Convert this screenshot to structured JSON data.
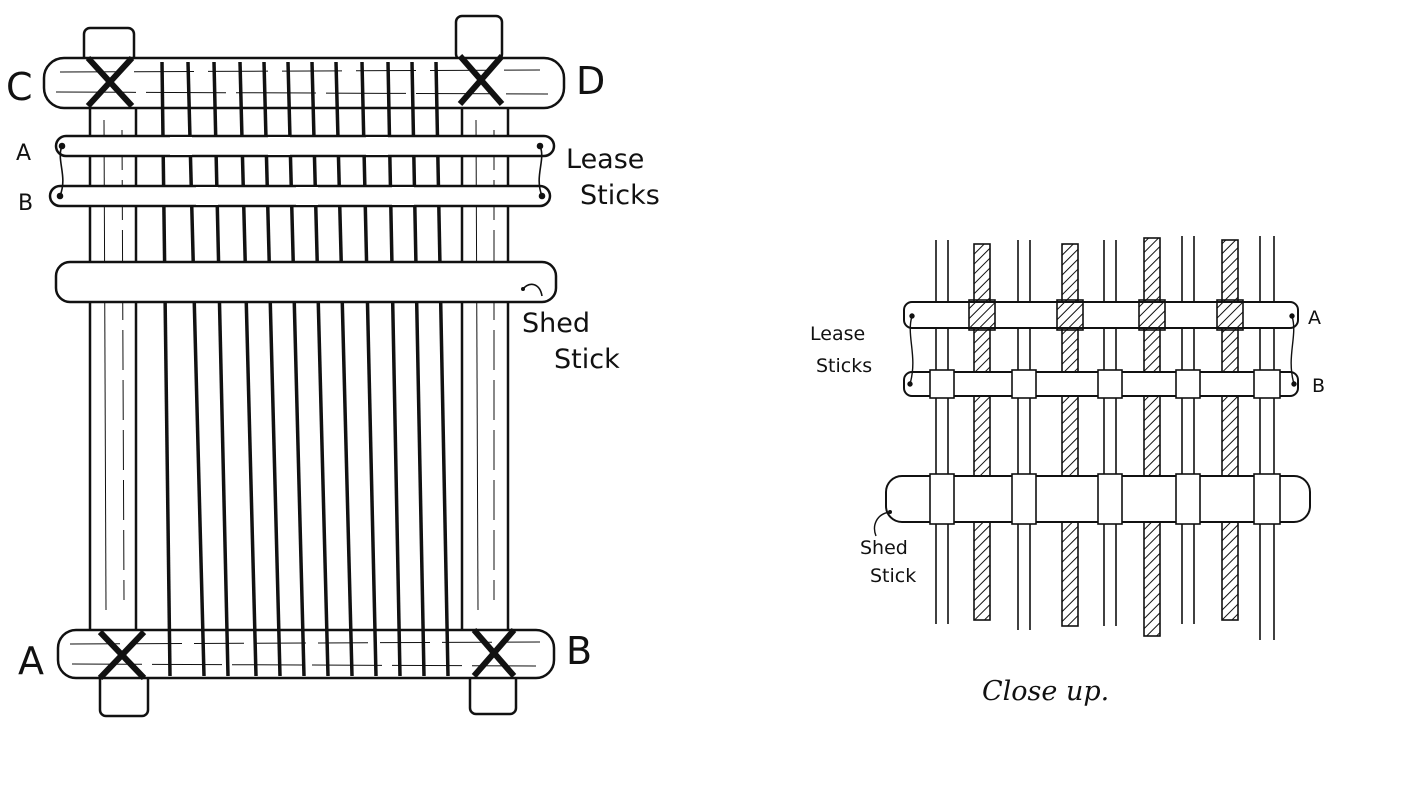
{
  "loom": {
    "corner_labels": {
      "top_left": "C",
      "top_right": "D",
      "bottom_left": "A",
      "bottom_right": "B"
    },
    "lease_labels": {
      "a": "A",
      "b": "B"
    },
    "lease_title": [
      "Lease",
      "Sticks"
    ],
    "shed_title": [
      "Shed",
      "Stick"
    ]
  },
  "closeup": {
    "lease_title": [
      "Lease",
      "Sticks"
    ],
    "lease_labels": {
      "a": "A",
      "b": "B"
    },
    "shed_title": [
      "Shed",
      "Stick"
    ],
    "caption": "Close up."
  },
  "colors": {
    "ink": "#111111",
    "paper": "#ffffff"
  }
}
